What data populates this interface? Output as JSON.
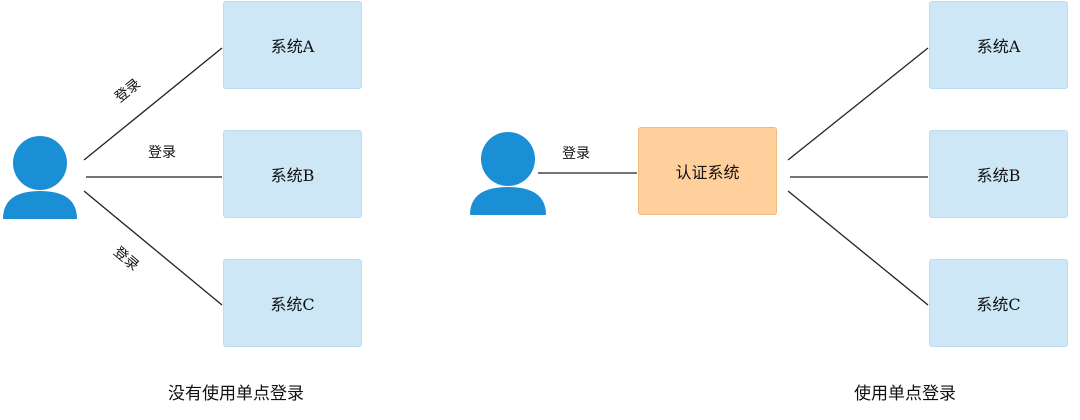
{
  "colors": {
    "system_fill": "#cde7f6",
    "auth_fill": "#ffcf9c",
    "user_icon": "#1a8fd6",
    "line": "#222222"
  },
  "left": {
    "caption": "没有使用单点登录",
    "systems": [
      "系统A",
      "系统B",
      "系统C"
    ],
    "edge_labels": [
      "登录",
      "登录",
      "登录"
    ]
  },
  "right": {
    "caption": "使用单点登录",
    "auth_label": "认证系统",
    "user_edge_label": "登录",
    "systems": [
      "系统A",
      "系统B",
      "系统C"
    ]
  }
}
